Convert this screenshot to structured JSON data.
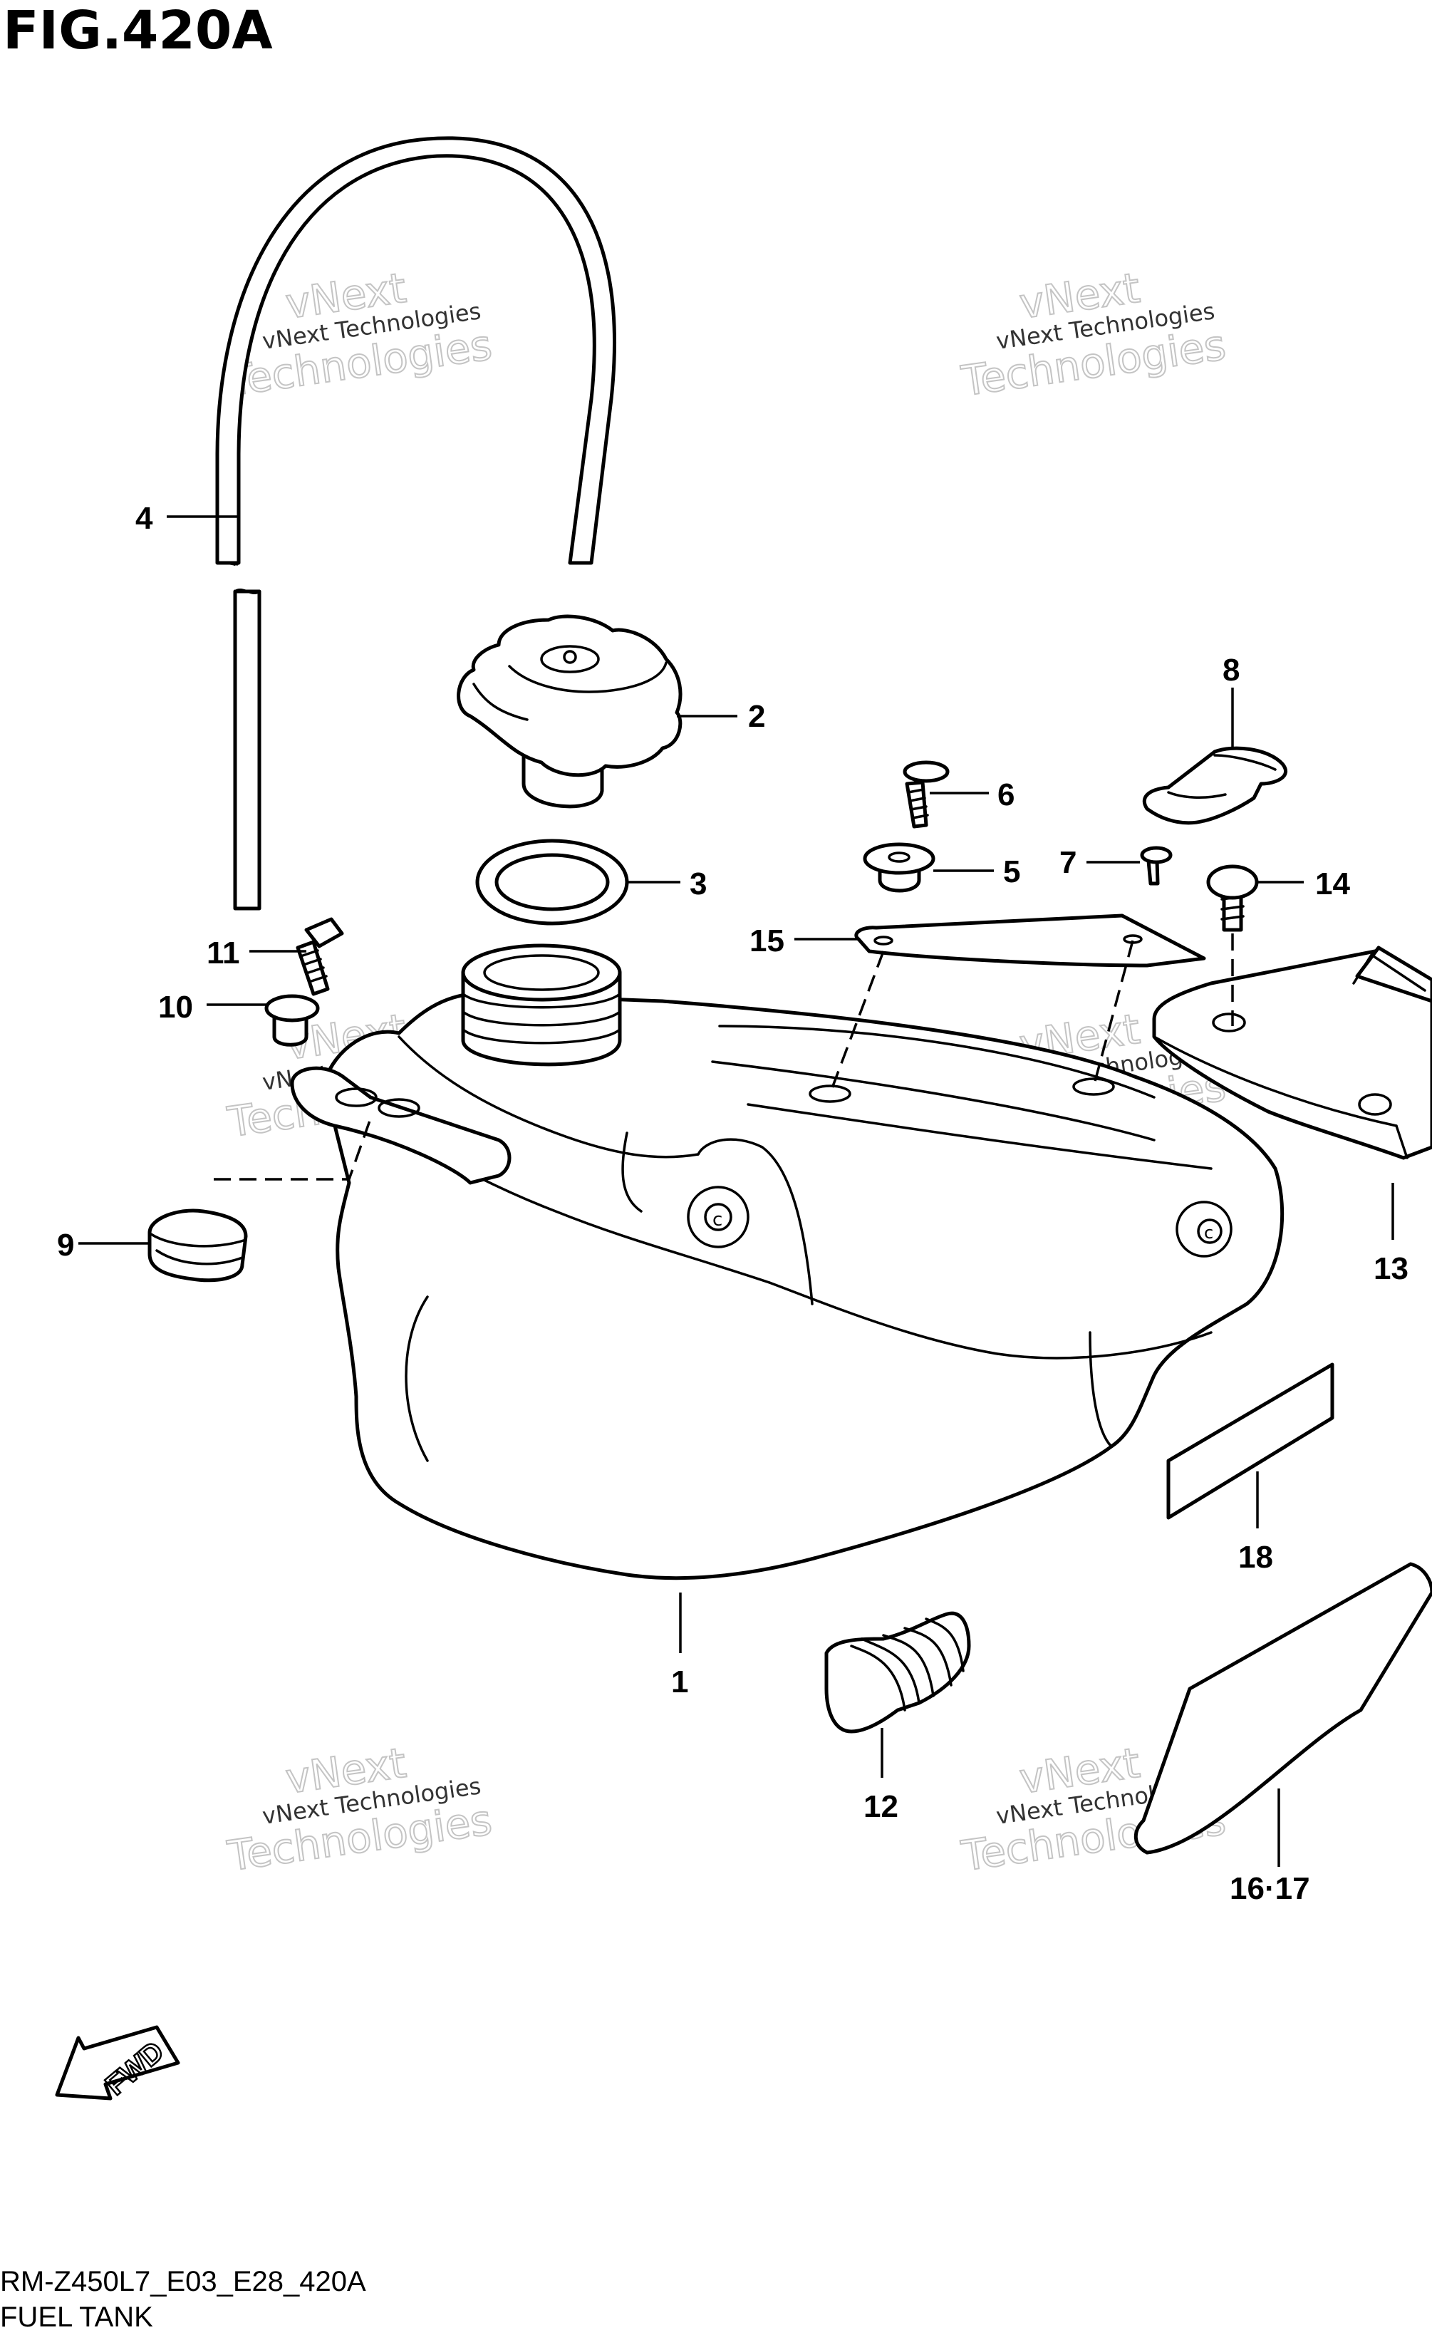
{
  "figure": {
    "title": "FIG.420A",
    "model_code": "RM-Z450L7_E03_E28_420A",
    "section_name": "FUEL TANK"
  },
  "fwd_arrow": {
    "label": "FWD"
  },
  "watermark": {
    "line_small": "vNext Technologies",
    "line_vnext": "vNext",
    "line_large": "Technologies"
  },
  "callouts": [
    {
      "id": "1",
      "label": "1"
    },
    {
      "id": "2",
      "label": "2"
    },
    {
      "id": "3",
      "label": "3"
    },
    {
      "id": "4",
      "label": "4"
    },
    {
      "id": "5",
      "label": "5"
    },
    {
      "id": "6",
      "label": "6"
    },
    {
      "id": "7",
      "label": "7"
    },
    {
      "id": "8",
      "label": "8"
    },
    {
      "id": "9",
      "label": "9"
    },
    {
      "id": "10",
      "label": "10"
    },
    {
      "id": "11",
      "label": "11"
    },
    {
      "id": "12",
      "label": "12"
    },
    {
      "id": "13",
      "label": "13"
    },
    {
      "id": "14",
      "label": "14"
    },
    {
      "id": "15",
      "label": "15"
    },
    {
      "id": "16-17",
      "label": "16·17"
    },
    {
      "id": "18",
      "label": "18"
    }
  ]
}
